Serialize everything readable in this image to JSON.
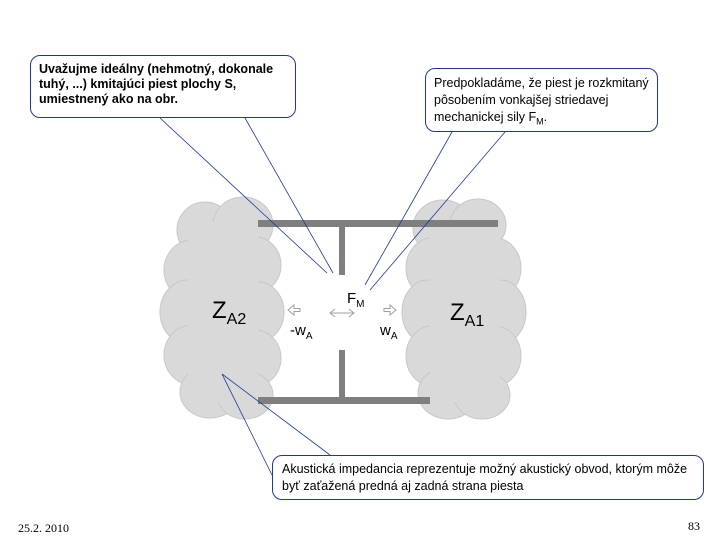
{
  "colors": {
    "piston": "#7f7f7f",
    "cloud_fill": "#d9d9d9",
    "cloud_stroke": "#c8c8c8",
    "leader_line": "#1f3a93",
    "arrow": "#a0a0a0"
  },
  "callouts": {
    "piston_description": "Uvažujme ideálny (nehmotný, dokonale tuhý, ...) kmitajúci piest plochy S, umiestnený ako na obr.",
    "force_intro": "Predpokladáme, že piest je rozkmitaný pôsobením vonkajšej striedavej mechanickej sily F",
    "force_sub": "M",
    "force_end": ".",
    "impedance_description": "Akustická impedancia reprezentuje možný akustický obvod, ktorým môže byť zaťažená predná aj zadná strana piesta"
  },
  "labels": {
    "za2_main": "Z",
    "za2_sub": "A2",
    "za1_main": "Z",
    "za1_sub": "A1",
    "fm_main": "F",
    "fm_sub": "M",
    "neg_w_main": "-w",
    "neg_w_sub": "A",
    "w_main": "w",
    "w_sub": "A"
  },
  "footer": {
    "date": "25.2. 2010",
    "page": "83"
  }
}
